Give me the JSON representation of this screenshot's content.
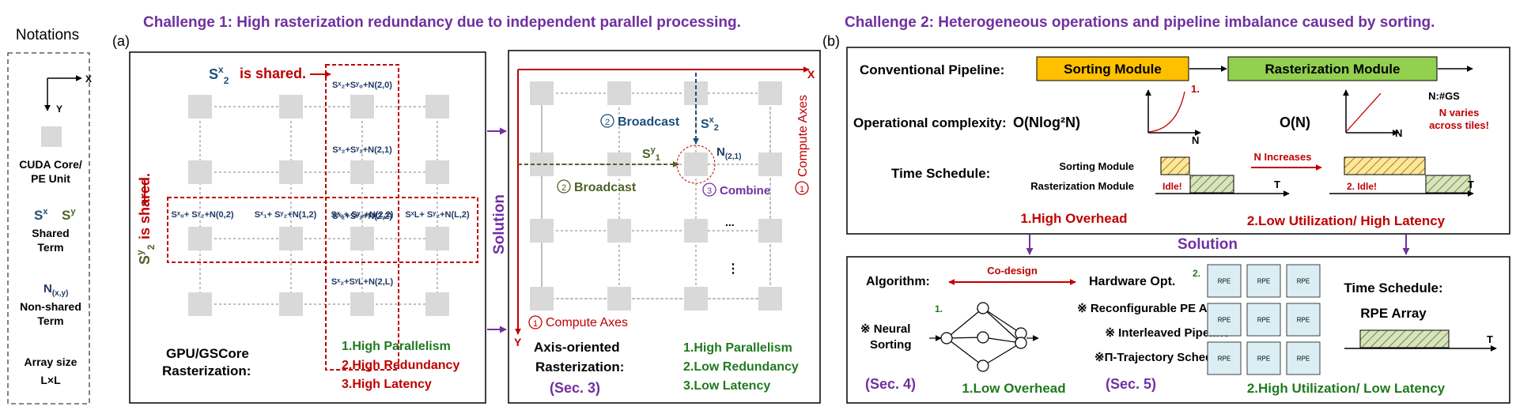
{
  "colors": {
    "purple": "#7030A0",
    "red": "#C00000",
    "green": "#1F7A1F",
    "teal": "#1F4E79",
    "olive": "#4F6228",
    "navy": "#1F3864",
    "orange_fill": "#FFC000",
    "green_fill": "#92D050",
    "core_fill": "#D9D9D9",
    "rpe_fill": "#DAEEF3"
  },
  "notations": {
    "title": "Notations",
    "axis_x": "X",
    "axis_y": "Y",
    "core_line1": "CUDA Core/",
    "core_line2": "PE Unit",
    "sx": "S",
    "sx_sup": "x",
    "sy": "S",
    "sy_sup": "y",
    "shared_line1": "Shared",
    "shared_line2": "Term",
    "n": "N",
    "n_sub": "(x,y)",
    "nonshared_line1": "Non-shared",
    "nonshared_line2": "Term",
    "array_line1": "Array size",
    "array_line2": "L×L"
  },
  "challenge1": {
    "title": "Challenge 1: High rasterization redundancy due to independent parallel processing.",
    "label": "(a)",
    "sx2_shared": "is shared.",
    "sy2_shared": "is shared.",
    "col_terms": [
      "Sˣ₂+Sʸ₀+N(2,0)",
      "Sˣ₂+Sʸ₁+N(2,1)",
      "Sˣ₂+Sʸ₂+N(2,2)",
      "Sˣ₂+SʸL+N(2,L)"
    ],
    "row_terms": [
      "Sˣ₀+ Sʸ₂+N(0,2)",
      "Sˣ₁+ Sʸ₂+N(1,2)",
      "Sˣ₂+ Sʸ₂+N(2,2)",
      "SˣL+ Sʸ₂+N(L,2)"
    ],
    "gpu_line1": "GPU/GSCore",
    "gpu_line2": "Rasterization:",
    "items": [
      "1.High Parallelism",
      "2.High Redundancy",
      "3.High Latency"
    ],
    "solution": "Solution",
    "sol_x": "X",
    "sol_y": "Y",
    "broadcast1": "Broadcast",
    "broadcast2": "Broadcast",
    "combine": "Combine",
    "compute_axes_1": "Compute Axes",
    "compute_axes_2": "Compute Axes",
    "n21": "N(2,1)",
    "sx2": "S",
    "sy1": "S",
    "dots_h": "...",
    "dots_v": "⋮",
    "axis_line1": "Axis-oriented",
    "axis_line2": "Rasterization:",
    "sec3": "(Sec. 3)",
    "sol_items": [
      "1.High Parallelism",
      "2.Low Redundancy",
      "3.Low Latency"
    ]
  },
  "challenge2": {
    "title": "Challenge 2: Heterogeneous operations and pipeline imbalance caused by sorting.",
    "label": "(b)",
    "conv_pipeline": "Conventional Pipeline:",
    "sorting_module": "Sorting Module",
    "raster_module": "Rasterization Module",
    "op_complexity": "Operational complexity:",
    "onlogn": "O(Nlog²N)",
    "on": "O(N)",
    "n_axis": "N",
    "n_gs": "N:#GS",
    "n_varies_1": "N varies",
    "n_varies_2": "across tiles!",
    "one": "1.",
    "time_schedule": "Time Schedule:",
    "ts_sorting": "Sorting Module",
    "ts_raster": "Rasterization Module",
    "idle1": "Idle!",
    "idle2": "2.  Idle!",
    "t_axis": "T",
    "n_increases": "N Increases",
    "high_overhead": "1.High Overhead",
    "low_util": "2.Low Utilization/ High Latency",
    "solution": "Solution",
    "algorithm": "Algorithm:",
    "codesign": "Co-design",
    "hardware": "Hardware Opt.",
    "num1": "1.",
    "num2": "2.",
    "neural_line1": "※ Neural",
    "neural_line2": "Sorting",
    "opt1": "※ Reconfigurable PE Array",
    "opt2": "※ Interleaved Pipeline",
    "opt3": "※Π-Trajectory Schedule",
    "rpe": "RPE",
    "ts2": "Time Schedule:",
    "rpe_array": "RPE Array",
    "sec4": "(Sec. 4)",
    "low_overhead": "1.Low Overhead",
    "sec5": "(Sec. 5)",
    "high_util": "2.High Utilization/ Low Latency"
  }
}
